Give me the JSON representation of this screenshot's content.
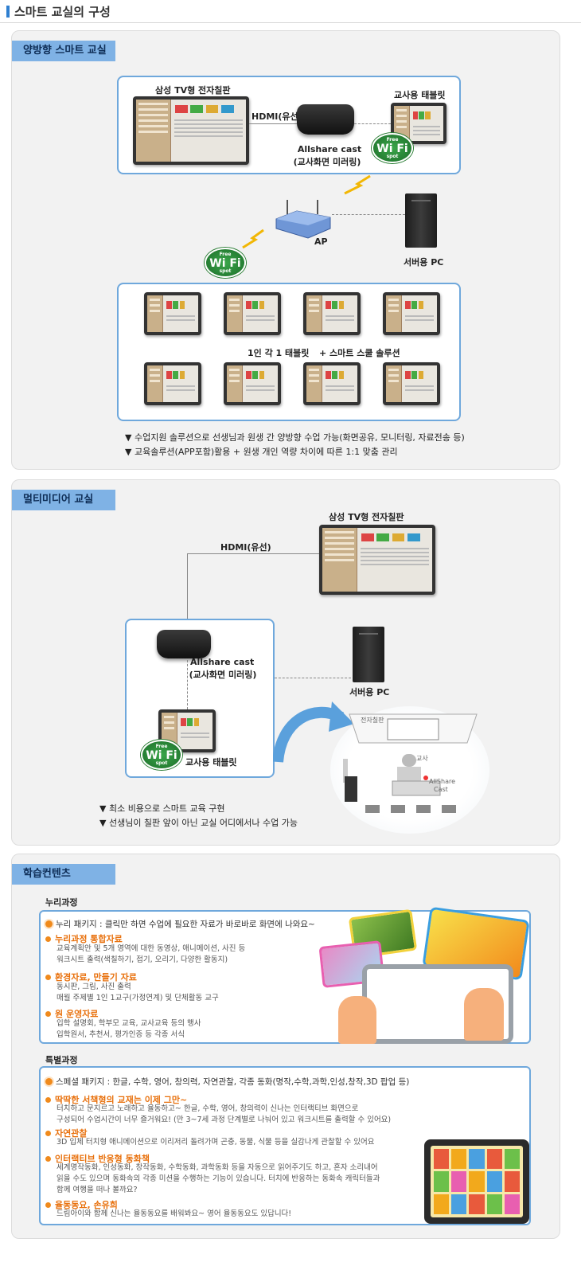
{
  "page_title": "스마트 교실의 구성",
  "interactive": {
    "tab": "양방향 스마트 교실",
    "tv_label": "삼성 TV형 전자칠판",
    "hdmi": "HDMI(유선)",
    "teacher_tablet": "교사용 태블릿",
    "cast_line1": "Allshare cast",
    "cast_line2": "(교사화면 미러링)",
    "ap": "AP",
    "server": "서버용 PC",
    "student_line": "1인 각 1 태블릿",
    "solution": "+ 스마트 스쿨 솔루션",
    "bullets": [
      "▼ 수업지원 솔루션으로 선생님과 원생 간 양방향 수업 가능(화면공유, 모니터링, 자료전송 등)",
      "▼ 교육솔루션(APP포함)활용 + 원생 개인 역량 차이에 따른 1:1 맞춤 관리"
    ]
  },
  "multimedia": {
    "tab": "멀티미디어 교실",
    "tv_label": "삼성 TV형 전자칠판",
    "hdmi": "HDMI(유선)",
    "cast_line1": "Allshare cast",
    "cast_line2": "(교사화면 미러링)",
    "server": "서버용 PC",
    "teacher_tablet": "교사용 태블릿",
    "room_board": "전자칠판",
    "room_teacher": "교사",
    "room_cast1": "AllShare",
    "room_cast2": "Cast",
    "bullets": [
      "▼ 최소 비용으로 스마트 교육 구현",
      "▼ 선생님이 칠판 앞이 아닌 교실 어디에서나 수업 가능"
    ]
  },
  "contents": {
    "tab": "학습컨텐츠",
    "nuri": {
      "title": "누리과정",
      "package": "누리 패키지 : 클릭만 하면 수업에 필요한 자료가 바로바로 화면에 나와요~",
      "items": [
        {
          "head": "누리과정 통합자료",
          "body": [
            "교육계획안 및 5개 영역에 대한 동영상, 애니메이션, 사진 등",
            "워크시트 출력(색칠하기, 접기, 오리기, 다양한 활동지)"
          ]
        },
        {
          "head": "환경자료, 만들기 자료",
          "body": [
            "동시판, 그림, 사진 출력",
            "매월 주제별 1인 1교구(가정연계) 및 단체활동 교구"
          ]
        },
        {
          "head": "원 운영자료",
          "body": [
            "입학 설명회, 학부모 교육, 교사교육 등의 행사",
            "입학원서, 추천서, 평가인증 등 각종 서식"
          ]
        }
      ]
    },
    "special": {
      "title": "특별과정",
      "package": "스페셜 패키지 : 한글, 수학, 영어, 창의력, 자연관찰, 각종 동화(명작,수학,과학,인성,창작,3D 팝업 등)",
      "items": [
        {
          "head": "딱딱한 서책형의 교재는 이제 그만~",
          "body": [
            "터치하고 문지르고 노래하고 율동하고~ 한글, 수학, 영어, 창의력이 신나는 인터랙티브 화면으로",
            "구성되어 수업시간이 너무 즐거워요! (만 3~7세 과정 단계별로 나눠어 있고 워크시트를 출력할 수 있어요)"
          ]
        },
        {
          "head": "자연관찰",
          "body": [
            "3D 입체 터치형 애니메이션으로 이리저리 돌려가며 곤충, 동물, 식물 등을 실감나게 관찰할 수 있어요"
          ]
        },
        {
          "head": "인터랙티브 반응형 동화책",
          "body": [
            "세계명작동화, 인성동화, 창작동화, 수학동화, 과학동화 등을 자동으로 읽어주기도 하고, 혼자 소리내어",
            "읽을 수도 있으며 동화속의 각종 미션을 수행하는 기능이 있습니다. 터치에 반응하는 동화속 캐릭터들과",
            "함께 여행을 떠나 볼까요?"
          ]
        },
        {
          "head": "율동동요, 손유희",
          "body": [
            "드림아이와 함께 신나는 율동동요를 배워봐요~ 영어 율동동요도 있답니다!"
          ]
        }
      ]
    }
  },
  "wifi": {
    "big": "Wi Fi",
    "top": "Free",
    "bottom": "spot"
  },
  "colors": {
    "accent_blue": "#6fa8dc",
    "tab_blue": "#7fb2e5",
    "orange": "#e8700c",
    "wifi_green": "#2c8a3a"
  }
}
